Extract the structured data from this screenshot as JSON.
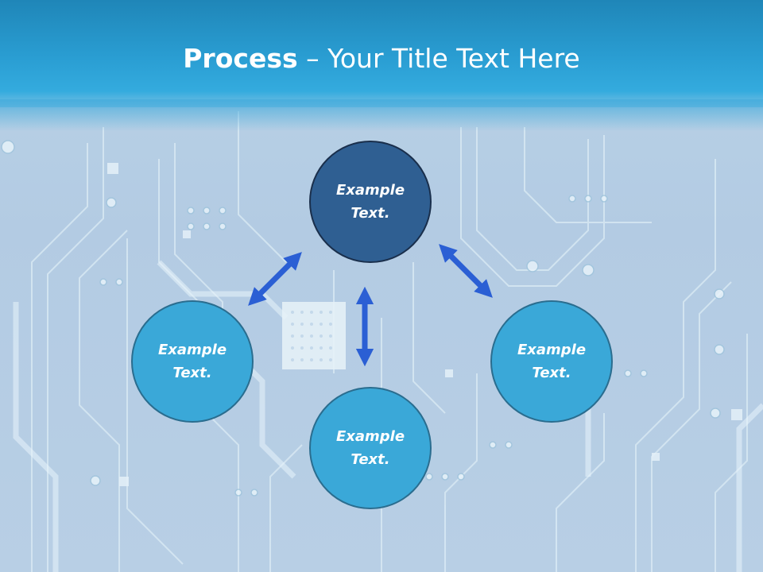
{
  "title": {
    "bold": "Process",
    "rest": " – Your Title Text Here"
  },
  "nodes": {
    "top": {
      "line1": "Example",
      "line2": "Text."
    },
    "left": {
      "line1": "Example",
      "line2": "Text."
    },
    "right": {
      "line1": "Example",
      "line2": "Text."
    },
    "bottom": {
      "line1": "Example",
      "line2": "Text."
    }
  },
  "colors": {
    "header": "#2a9ed3",
    "node_dark": "#2f5f92",
    "node_light": "#3aa8d8",
    "arrow": "#2b5fd4"
  }
}
